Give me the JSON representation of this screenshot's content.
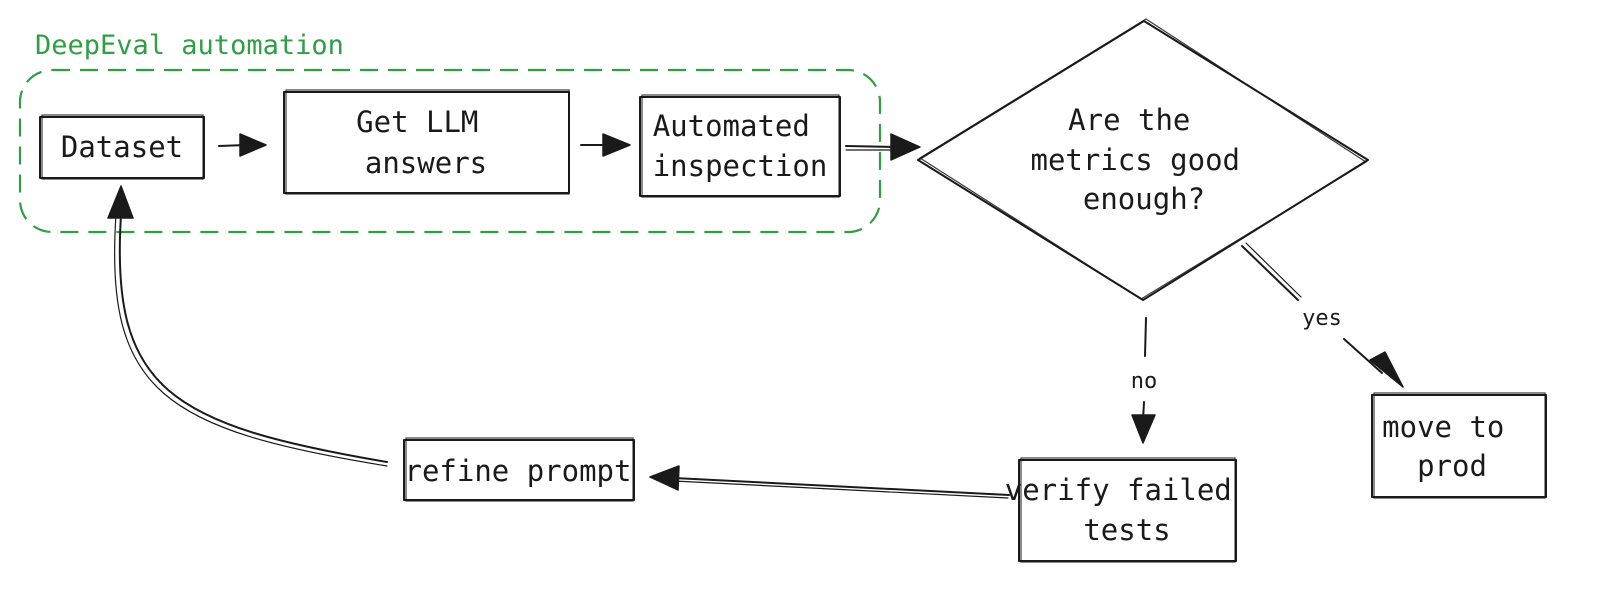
{
  "group": {
    "label": "DeepEval automation",
    "color": "#2f9e44"
  },
  "nodes": {
    "dataset": "Dataset",
    "get_llm_answers": [
      "Get LLM",
      "answers"
    ],
    "automated_inspection": [
      "Automated",
      "inspection"
    ],
    "decision": [
      "Are the",
      "metrics good",
      "enough?"
    ],
    "move_to_prod": [
      "move to",
      "prod"
    ],
    "verify_failed_tests": [
      "verify failed",
      "tests"
    ],
    "refine_prompt": "refine prompt"
  },
  "edges": {
    "yes_label": "yes",
    "no_label": "no"
  },
  "colors": {
    "stroke": "#1a1a1a",
    "group_accent": "#2f9e44",
    "background": "#ffffff"
  }
}
